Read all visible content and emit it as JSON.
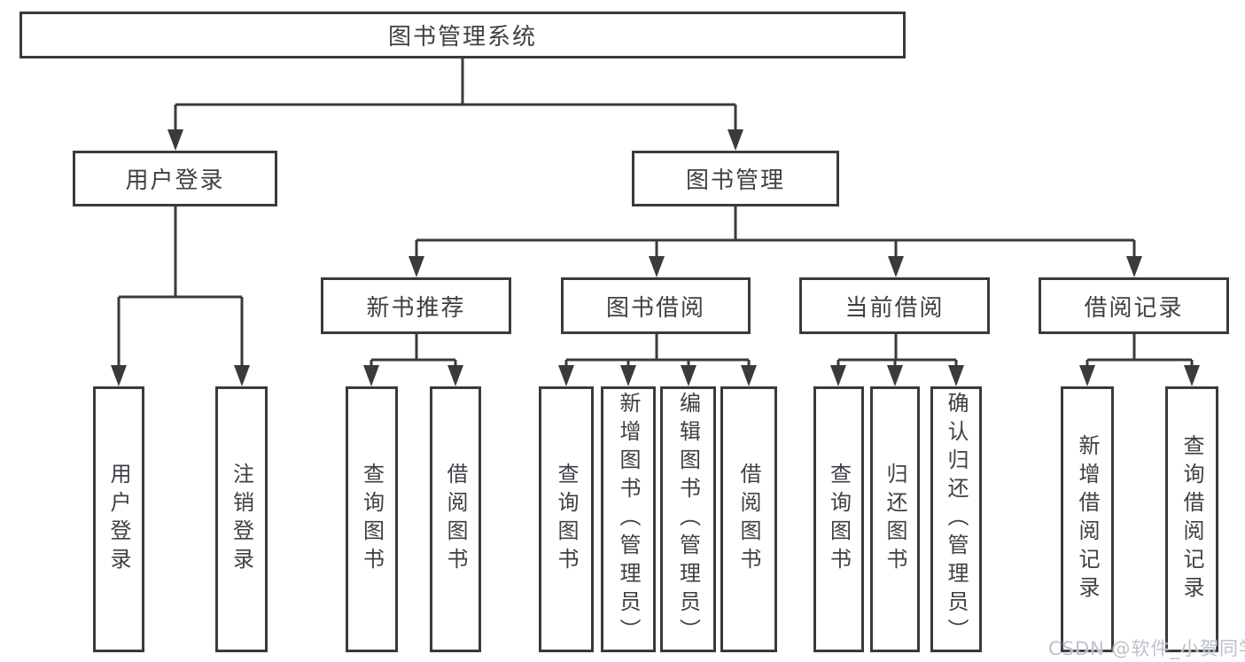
{
  "nodes": {
    "root": "图书管理系统",
    "user_login": "用户登录",
    "book_management": "图书管理",
    "new_books": "新书推荐",
    "book_borrow": "图书借阅",
    "current_borrow": "当前借阅",
    "borrow_records": "借阅记录",
    "leaf_user_login": "用户登录",
    "leaf_logout": "注销登录",
    "leaf_nb_query": "查询图书",
    "leaf_nb_borrow": "借阅图书",
    "leaf_bb_query": "查询图书",
    "leaf_bb_add": "新增图书（管理员）",
    "leaf_bb_edit": "编辑图书（管理员）",
    "leaf_bb_borrow": "借阅图书",
    "leaf_cb_query": "查询图书",
    "leaf_cb_return": "归还图书",
    "leaf_cb_confirm": "确认归还（管理员）",
    "leaf_br_add": "新增借阅记录",
    "leaf_br_query": "查询借阅记录"
  },
  "watermark": "CSDN @软件_小贺同学",
  "colors": {
    "line": "#383b3e",
    "text": "#3d4045",
    "watermark": "#bdc2c8",
    "background": "#ffffff"
  }
}
